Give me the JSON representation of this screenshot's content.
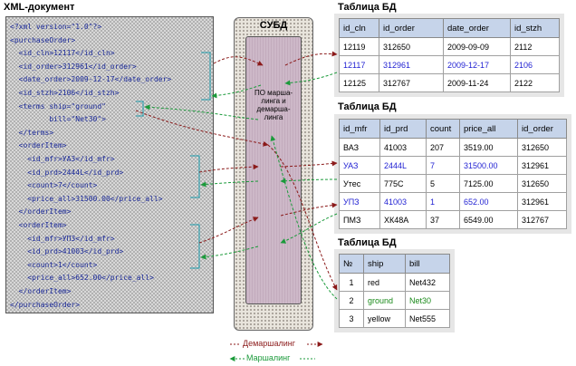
{
  "xml_title": "XML-документ",
  "xml_lines": [
    "<?xml version=\"1.0\"?>",
    "<purchaseOrder>",
    "  <id_cln>12117</id_cln>",
    "  <id_order>312961</id_order>",
    "  <date_order>2009-12-17</date_order>",
    "  <id_stzh>2106</id_stzh>",
    "  <terms ship=\"ground\"",
    "         bill=\"Net30\">",
    "  </terms>",
    "  <orderItem>",
    "    <id_mfr>УАЗ</id_mfr>",
    "    <id_prd>2444L</id_prd>",
    "    <count>7</count>",
    "    <price_all>31500.00</price_all>",
    "  </orderItem>",
    "  <orderItem>",
    "    <id_mfr>УПЗ</id_mfr>",
    "    <id_prd>41003</id_prd>",
    "    <count>1</count>",
    "    <price_all>652.00</price_all>",
    "  </orderItem>",
    "</purchaseOrder>"
  ],
  "dbms_title": "СУБД",
  "po_text": "ПО марша-\nлинга и\nдемарша-\nлинга",
  "table1": {
    "title": "Таблица БД",
    "headers": [
      "id_cln",
      "id_order",
      "date_order",
      "id_stzh"
    ],
    "rows": [
      [
        "12119",
        "312650",
        "2009-09-09",
        "2112"
      ],
      [
        "12117",
        "312961",
        "2009-12-17",
        "2106"
      ],
      [
        "12125",
        "312767",
        "2009-11-24",
        "2122"
      ]
    ]
  },
  "table2": {
    "title": "Таблица БД",
    "headers": [
      "id_mfr",
      "id_prd",
      "count",
      "price_all",
      "id_order"
    ],
    "rows": [
      [
        "ВАЗ",
        "41003",
        "207",
        "3519.00",
        "312650"
      ],
      [
        "УАЗ",
        "2444L",
        "7",
        "31500.00",
        "312961"
      ],
      [
        "Утес",
        "775С",
        "5",
        "7125.00",
        "312650"
      ],
      [
        "УПЗ",
        "41003",
        "1",
        "652.00",
        "312961"
      ],
      [
        "ПМЗ",
        "ХК48А",
        "37",
        "6549.00",
        "312767"
      ]
    ]
  },
  "table3": {
    "title": "Таблица БД",
    "headers": [
      "№",
      "ship",
      "bill"
    ],
    "rows": [
      [
        "1",
        "red",
        "Net432"
      ],
      [
        "2",
        "ground",
        "Net30"
      ],
      [
        "3",
        "yellow",
        "Net555"
      ]
    ]
  },
  "legend": {
    "demarshal": "Демаршалинг",
    "marshal": "Маршалинг"
  },
  "colors": {
    "demarshal": "#8b1a1a",
    "marshal": "#1a9a3a",
    "bracket": "#1a9aaa",
    "highlight": "#1f1fd2"
  }
}
